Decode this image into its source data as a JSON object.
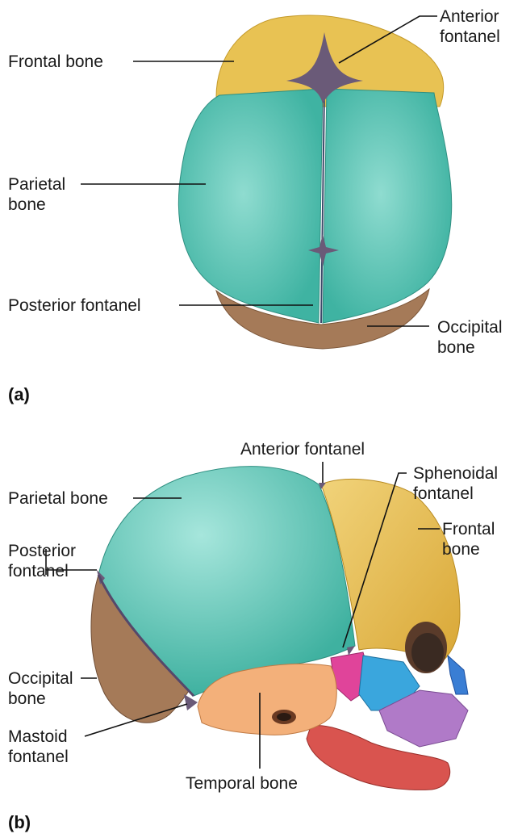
{
  "figure": {
    "panel_a": {
      "tag": "(a)",
      "labels": {
        "frontal_bone": "Frontal bone",
        "anterior_fontanel": "Anterior\nfontanel",
        "parietal_bone": "Parietal\nbone",
        "posterior_fontanel": "Posterior fontanel",
        "occipital_bone": "Occipital\nbone"
      }
    },
    "panel_b": {
      "tag": "(b)",
      "labels": {
        "anterior_fontanel": "Anterior fontanel",
        "sphenoidal_fontanel": "Sphenoidal\nfontanel",
        "parietal_bone": "Parietal bone",
        "frontal_bone": "Frontal\nbone",
        "posterior_fontanel": "Posterior\nfontanel",
        "occipital_bone": "Occipital\nbone",
        "mastoid_fontanel": "Mastoid\nfontanel",
        "temporal_bone": "Temporal bone"
      }
    },
    "colors": {
      "frontal": "#e8c253",
      "parietal": "#4fbfae",
      "occipital": "#a57a58",
      "temporal": "#f3b07a",
      "sphenoid": "#e0449a",
      "nasal_zygomatic": "#3aa6dd",
      "maxilla": "#b07ac8",
      "mandible": "#d9544f",
      "fontanel": "#6a5a78"
    }
  }
}
